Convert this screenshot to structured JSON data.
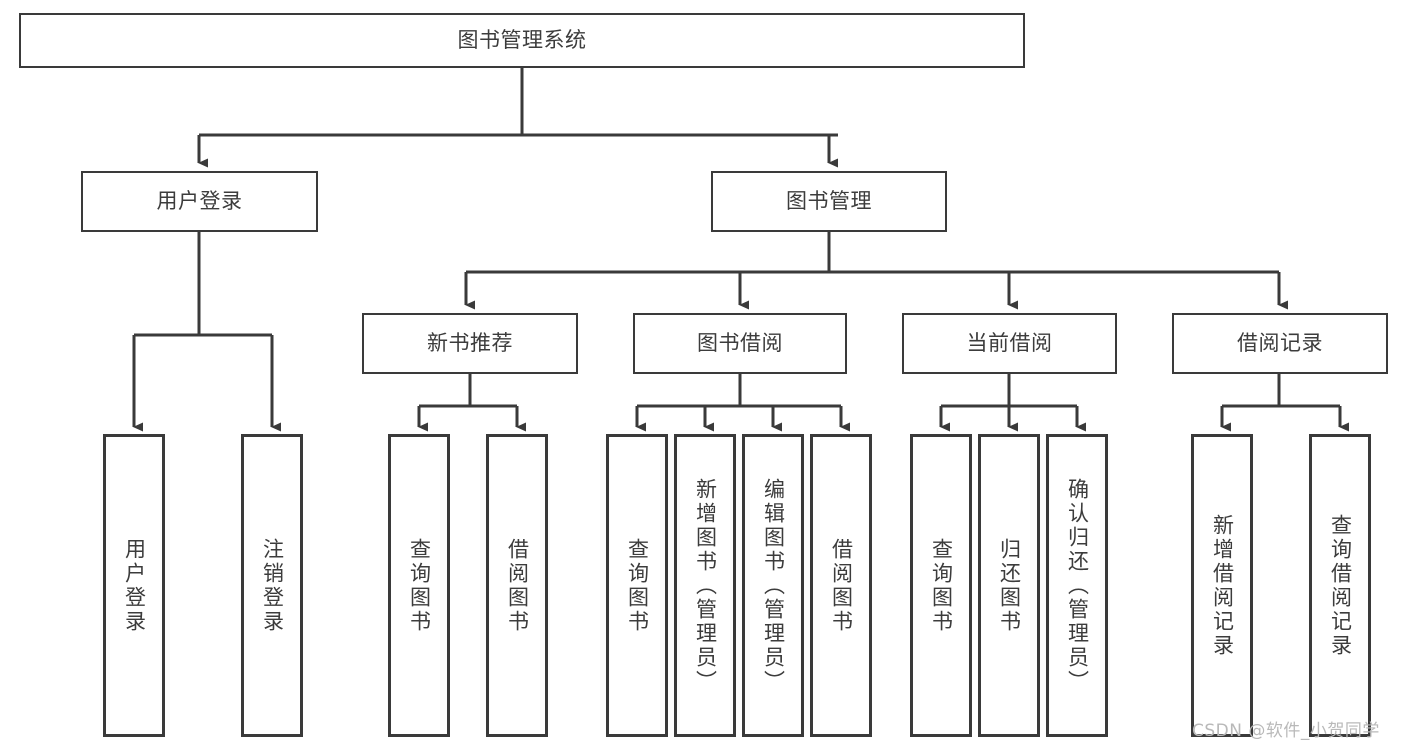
{
  "diagram": {
    "title": "图书管理系统",
    "type": "tree",
    "watermark": "CSDN @软件_小贺同学",
    "colors": {
      "stroke": "#3a3a3a",
      "text": "#3c3c3c",
      "background": "#ffffff",
      "watermark": "#b9b9b9"
    },
    "root": {
      "label": "图书管理系统"
    },
    "level2": [
      {
        "label": "用户登录"
      },
      {
        "label": "图书管理"
      }
    ],
    "level3": [
      {
        "label": "新书推荐"
      },
      {
        "label": "图书借阅"
      },
      {
        "label": "当前借阅"
      },
      {
        "label": "借阅记录"
      }
    ],
    "leaves": {
      "user_login": [
        {
          "label": "用户登录"
        },
        {
          "label": "注销登录"
        }
      ],
      "new_book_recommend": [
        {
          "label": "查询图书"
        },
        {
          "label": "借阅图书"
        }
      ],
      "book_borrow": [
        {
          "label": "查询图书"
        },
        {
          "label": "新增图书（管理员）"
        },
        {
          "label": "编辑图书（管理员）"
        },
        {
          "label": "借阅图书"
        }
      ],
      "current_borrow": [
        {
          "label": "查询图书"
        },
        {
          "label": "归还图书"
        },
        {
          "label": "确认归还（管理员）"
        }
      ],
      "borrow_record": [
        {
          "label": "新增借阅记录"
        },
        {
          "label": "查询借阅记录"
        }
      ]
    }
  }
}
